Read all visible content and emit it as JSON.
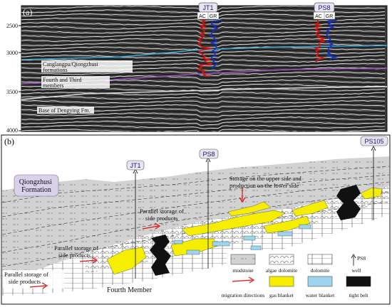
{
  "panel_a": {
    "label": "(a)",
    "depth_ticks": [
      "2500",
      "3000",
      "3500",
      "4000"
    ],
    "wells": [
      {
        "name": "JT1",
        "logs": [
          "AC",
          "GR"
        ]
      },
      {
        "name": "PS8",
        "logs": [
          "AC",
          "GR"
        ]
      }
    ],
    "horizons": [
      {
        "label": "Canglangpu/Qiongzhusi formations",
        "color": "#39a9d8"
      },
      {
        "label": "Fourth and Third members",
        "color": "#a050c0"
      },
      {
        "label": "Base of Dengying Fm.",
        "color": "#e0e0e0"
      }
    ],
    "colors": {
      "ac_log": "#e01010",
      "gr_log": "#1030d0"
    }
  },
  "panel_b": {
    "label": "(b)",
    "wells": [
      "JT1",
      "PS8",
      "PS105"
    ],
    "formation_labels": [
      "Qiongzhusi Formation",
      "Fourth Member"
    ],
    "notes": [
      "Storage on the upper side and production on the lower side",
      "Parallel storage of side products",
      "Parallel storage of side products",
      "Parallel storage of side products"
    ],
    "legend": [
      {
        "key": "mudstone",
        "label": "mudstone"
      },
      {
        "key": "algae-dolomite",
        "label": "algae dolomite"
      },
      {
        "key": "dolomite",
        "label": "dolomite"
      },
      {
        "key": "well",
        "label": "well",
        "sample": "PS8"
      },
      {
        "key": "migration",
        "label": "migration directions"
      },
      {
        "key": "gas-blanket",
        "label": "gas blanket",
        "color": "#f5ee00"
      },
      {
        "key": "water-blanket",
        "label": "water blanket",
        "color": "#9fd4ee"
      },
      {
        "key": "tight-belt",
        "label": "tight belt",
        "color": "#111111"
      }
    ]
  }
}
